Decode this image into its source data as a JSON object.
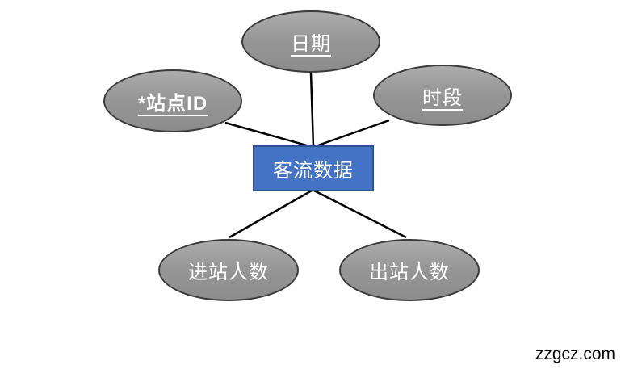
{
  "diagram": {
    "type": "entity-relationship",
    "entity": {
      "label": "客流数据"
    },
    "attributes": {
      "date": {
        "label": "日期",
        "key": false,
        "underlined": true
      },
      "station": {
        "label": "*站点ID",
        "key": true,
        "underlined": true
      },
      "period": {
        "label": "时段",
        "key": false,
        "underlined": true
      },
      "inbound": {
        "label": "进站人数",
        "key": false,
        "underlined": false
      },
      "outbound": {
        "label": "出站人数",
        "key": false,
        "underlined": false
      }
    },
    "colors": {
      "entity_fill": "#4472c4",
      "entity_border": "#2f528f",
      "ellipse_fill_top": "#acacac",
      "ellipse_fill_bottom": "#8c8c8c",
      "ellipse_border": "#3b3b3b",
      "connector": "#000000",
      "label_text": "#ffffff",
      "background": "#ffffff"
    }
  },
  "watermark": {
    "text": "zzgcz.com"
  }
}
